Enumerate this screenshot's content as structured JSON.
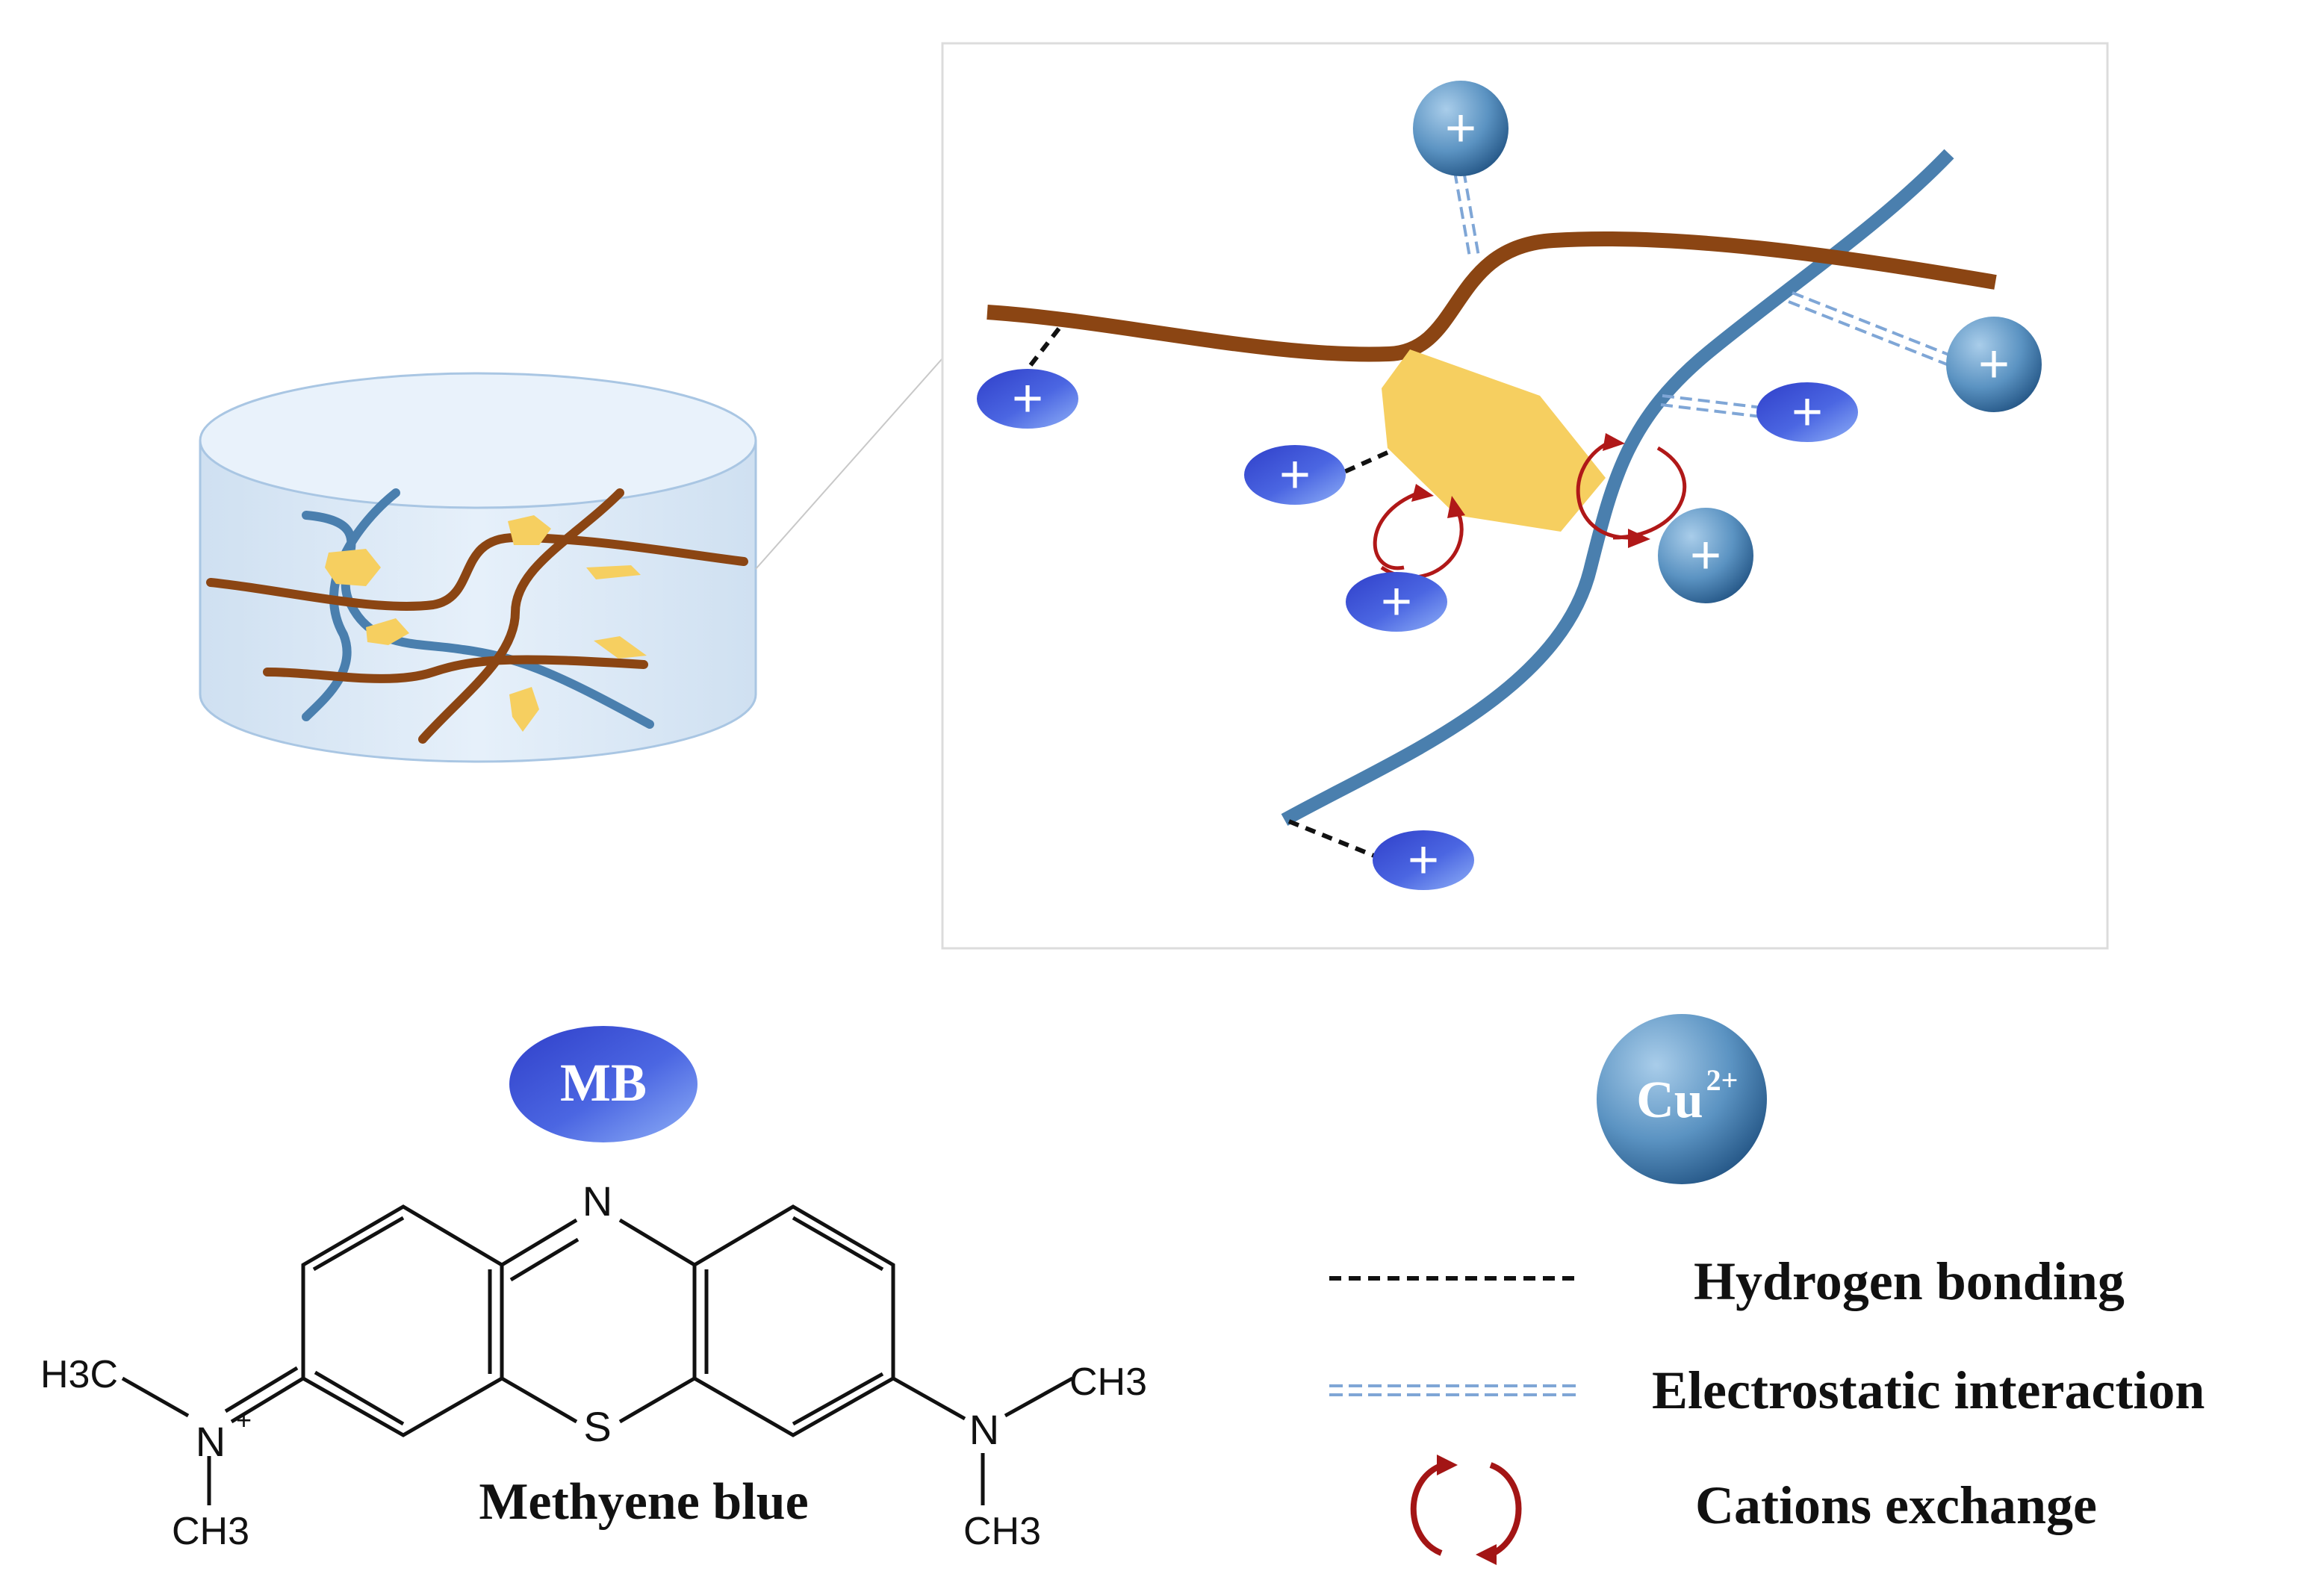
{
  "legend": {
    "items": [
      {
        "key": "hydrogen",
        "label": "Hydrogen bonding",
        "style": "black-dashed-line",
        "color": "#111111"
      },
      {
        "key": "electrostatic",
        "label": "Electrostatic interaction",
        "style": "double-blue-dashed-line",
        "color": "#7fa6d6"
      },
      {
        "key": "exchange",
        "label": "Cations exchange",
        "style": "circular-arrows-icon",
        "color": "#a31515"
      }
    ]
  },
  "species": {
    "mb": {
      "label": "MB",
      "color": "#3f59d6"
    },
    "cu": {
      "label": "Cu",
      "superscript": "2+",
      "color": "#4f8cb8"
    }
  },
  "molecule": {
    "caption": "Methyene blue",
    "atoms": {
      "n_top": "N",
      "s": "S",
      "n_right": "N",
      "n_left": "N",
      "n_left_charge": "+"
    },
    "groups": {
      "h3c_left": "H3C",
      "ch3_bottom_left": "CH3",
      "ch3_top_right": "CH3",
      "ch3_bottom_right": "CH3"
    }
  },
  "symbols": {
    "plus": "+"
  },
  "colors": {
    "brown_fiber": "#8b4513",
    "blue_fiber": "#4a7fae",
    "particle": "#f6cf60",
    "cylinder": "#dbe9f6"
  }
}
